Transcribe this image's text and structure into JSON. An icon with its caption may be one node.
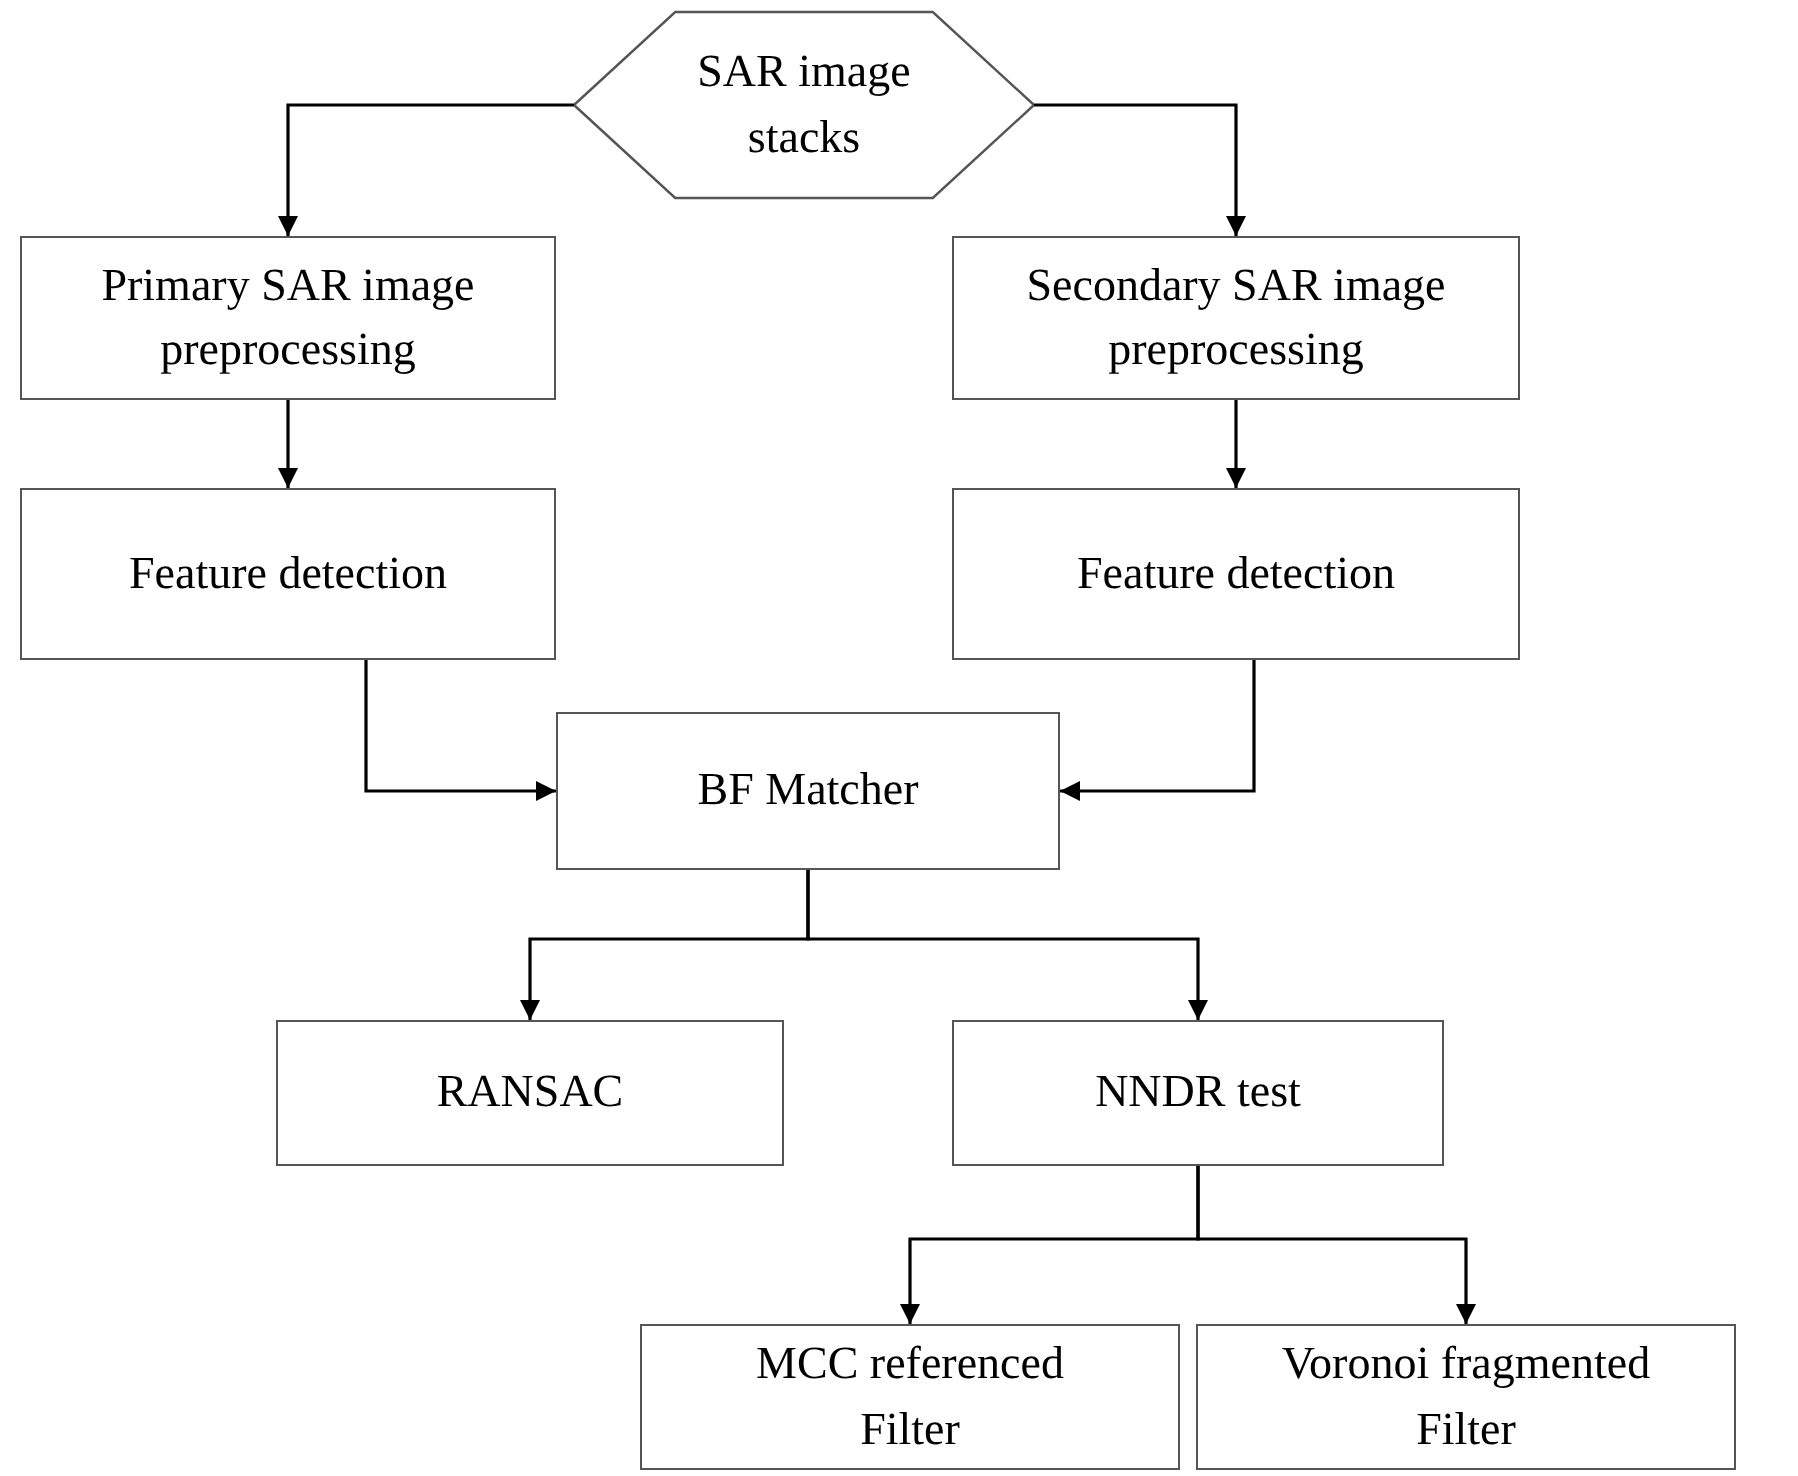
{
  "diagram": {
    "nodes": [
      {
        "text": [
          "SAR image stacks"
        ]
      },
      {
        "text": [
          "Primary SAR image preprocessing"
        ]
      },
      {
        "text": [
          "Secondary SAR image preprocessing"
        ]
      },
      {
        "text": [
          "Feature detection"
        ]
      },
      {
        "text": [
          "Feature detection"
        ]
      },
      {
        "text": [
          "BF Matcher"
        ]
      },
      {
        "text": [
          "RANSAC"
        ]
      },
      {
        "text": [
          "NNDR test"
        ]
      },
      {
        "text": [
          "MCC referenced Filter"
        ]
      },
      {
        "text": [
          "Voronoi fragmented Filter"
        ]
      }
    ],
    "edges": [
      {
        "from": 0,
        "to": 1,
        "arrow": "to"
      },
      {
        "from": 0,
        "to": 2,
        "arrow": "to"
      },
      {
        "from": 1,
        "to": 3,
        "arrow": "to"
      },
      {
        "from": 2,
        "to": 4,
        "arrow": "to"
      },
      {
        "from": 3,
        "to": 5,
        "arrow": "to"
      },
      {
        "from": 4,
        "to": 5,
        "arrow": "to"
      },
      {
        "from": 5,
        "to": 6,
        "arrow": "to"
      },
      {
        "from": 5,
        "to": 7,
        "arrow": "to"
      },
      {
        "from": 7,
        "to": 8,
        "arrow": "to"
      },
      {
        "from": 7,
        "to": 9,
        "arrow": "to"
      }
    ]
  }
}
